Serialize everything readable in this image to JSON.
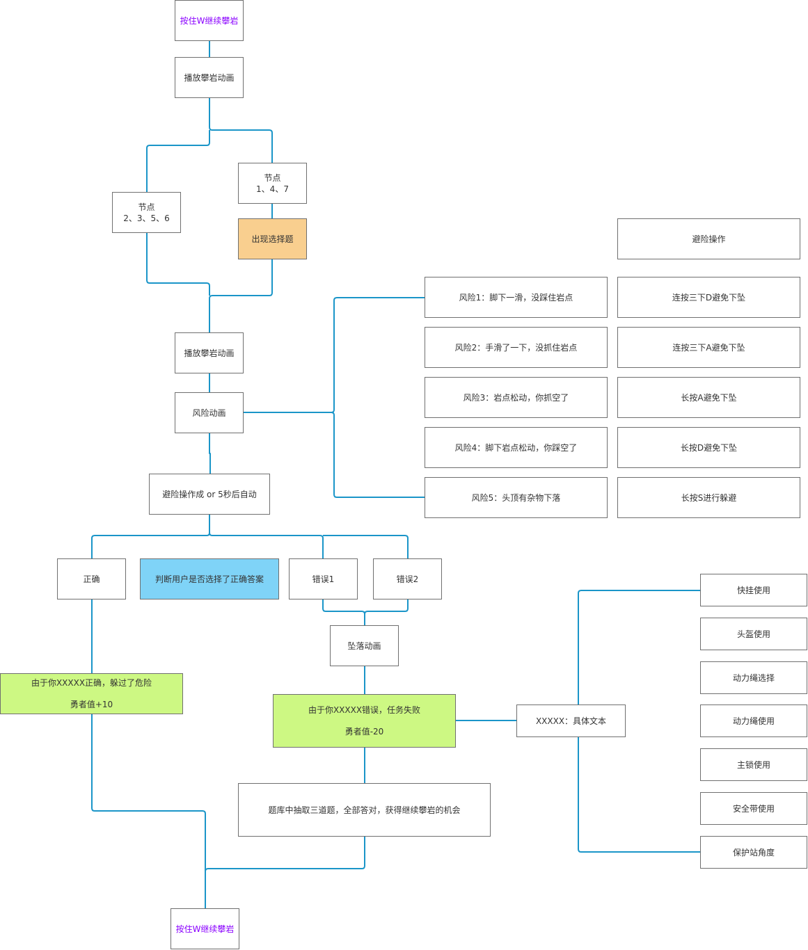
{
  "colors": {
    "wire": "#1a95c8",
    "purple_text": "#8a00ff",
    "orange": "#f9cf8f",
    "blue": "#7fd3f7",
    "green": "#cdf883"
  },
  "start": "按住W继续攀岩",
  "anim1": "播放攀岩动画",
  "node_a": "节点\n1、4、7",
  "node_b": "节点\n2、3、5、6",
  "choice": "出现选择题",
  "anim2": "播放攀岩动画",
  "risk_anim": "风险动画",
  "avoid_auto": "避险操作成 or 5秒后自动",
  "correct": "正确",
  "judge": "判断用户是否选择了正确答案",
  "error1": "错误1",
  "error2": "错误2",
  "fall": "坠落动画",
  "correct_result": {
    "line1": "由于你XXXXX正确，躲过了危险",
    "line2": "勇者值+10"
  },
  "wrong_result": {
    "line1": "由于你XXXXX错误，任务失败",
    "line2": "勇者值-20"
  },
  "quiz": "题库中抽取三道题，全部答对，获得继续攀岩的机会",
  "end": "按住W继续攀岩",
  "detail": "XXXXX：具体文本",
  "topics": [
    "快挂使用",
    "头盔使用",
    "动力绳选择",
    "动力绳使用",
    "主锁使用",
    "安全带使用",
    "保护站角度"
  ],
  "actions_header": "避险操作",
  "risks": [
    "风险1：脚下一滑，没踩住岩点",
    "风险2：手滑了一下，没抓住岩点",
    "风险3：岩点松动，你抓空了",
    "风险4：脚下岩点松动，你踩空了",
    "风险5：头顶有杂物下落"
  ],
  "actions": [
    "连按三下D避免下坠",
    "连按三下A避免下坠",
    "长按A避免下坠",
    "长按D避免下坠",
    "长按S进行躲避"
  ]
}
